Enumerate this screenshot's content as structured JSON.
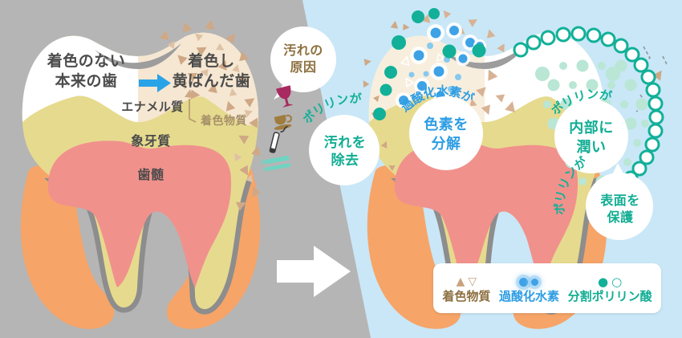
{
  "left": {
    "healthy": {
      "line1": "着色のない",
      "line2": "本来の歯"
    },
    "stained": {
      "line1": "着色し",
      "line2": "黄ばんだ歯"
    },
    "enamel_label": "エナメル質",
    "stain_substance_label": "着色物質",
    "dentin_label": "象牙質",
    "pulp_label": "歯髄",
    "cause_bubble": {
      "line1": "汚れの",
      "line2": "原因"
    },
    "cause_icons": [
      "wine-glass",
      "coffee-cup",
      "cigarette",
      "cutlery"
    ]
  },
  "right": {
    "bubble_remove": {
      "arc": "ポリリンが",
      "line1": "汚れを",
      "line2": "除去"
    },
    "bubble_decompose": {
      "arc": "過酸化水素が",
      "line1": "色素を",
      "line2": "分解"
    },
    "bubble_moisturize": {
      "arc": "ポリリンが",
      "line1": "内部に",
      "line2": "潤い"
    },
    "bubble_protect": {
      "arc": "ポリリンが",
      "line1": "表面を",
      "line2": "保護"
    }
  },
  "legend": {
    "stain": "着色物質",
    "peroxide": "過酸化水素",
    "polyphosphate": "分割ポリリン酸",
    "stain_symbol_filled": "▲",
    "stain_symbol_outline": "▽",
    "poly_symbol_filled": "●",
    "poly_symbol_outline": "○"
  },
  "colors": {
    "bg_left": "#b5b5b5",
    "bg_right": "#c9e7f7",
    "tooth_white": "#ffffff",
    "stain_beige": "#f6e7d2",
    "stain_beige_light": "#f8eedd",
    "stain_triangle": "#cfa886",
    "dentin_yellow": "#e6da8e",
    "pulp_pink": "#f1918c",
    "gum_orange": "#f6a468",
    "root_liner_gray": "#8d8d8d",
    "polyrin_teal": "#12b098",
    "peroxide_blue": "#3ea2e6",
    "mint_dot": "#b9e6d5",
    "arrow_blue": "#29a3e8",
    "wine_red": "#a82a60",
    "cup_brown": "#a07c3e",
    "cutlery_teal": "#6fd4c2",
    "text_dark": "#4b4b4b",
    "text_brown": "#8d7040"
  }
}
